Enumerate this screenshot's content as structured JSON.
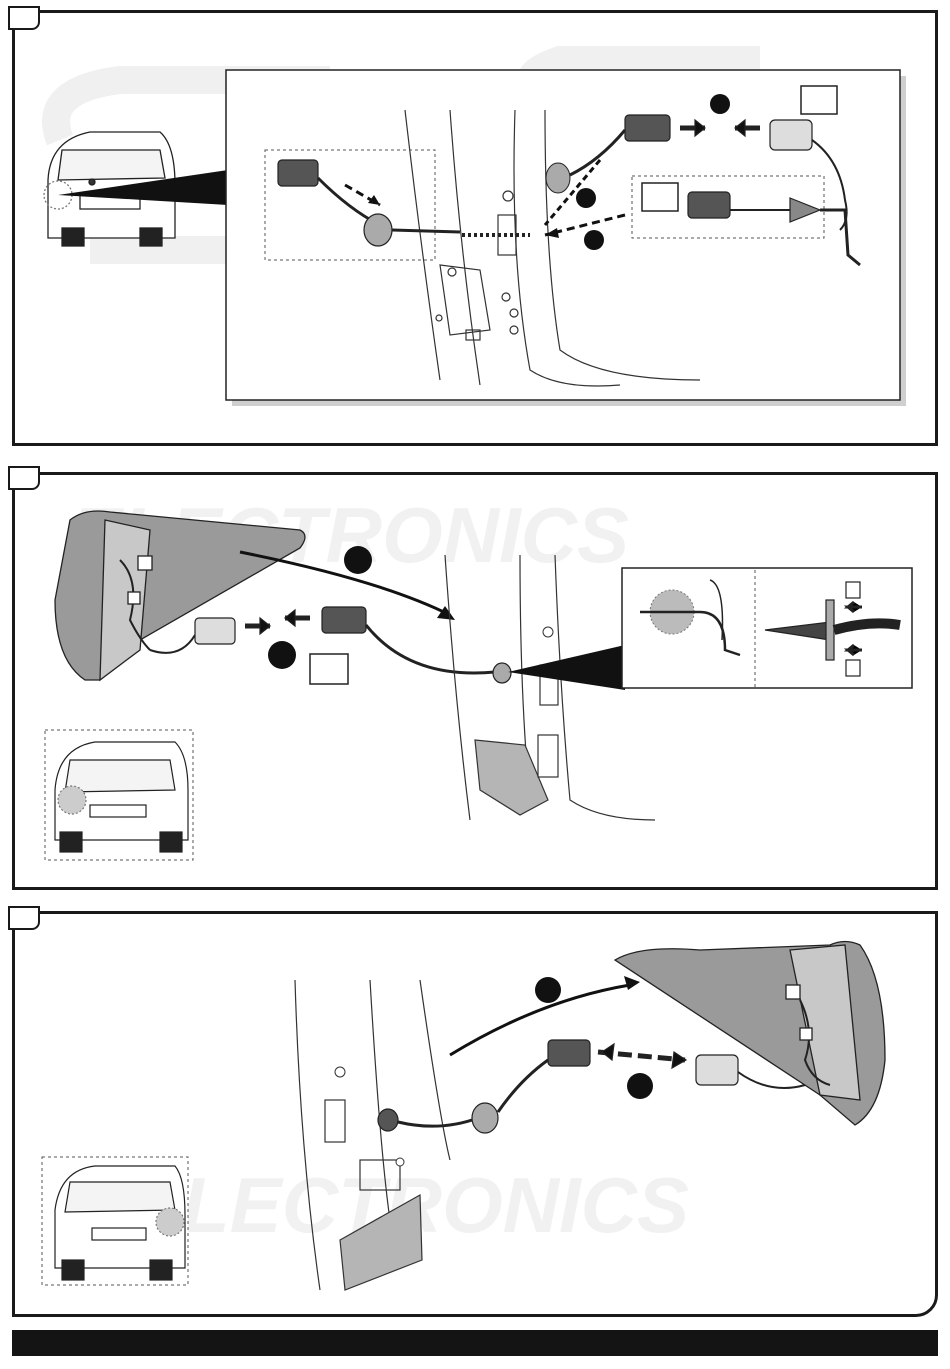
{
  "watermark": {
    "logo": "ECS",
    "text": "ELECTRONICS"
  },
  "panels": [
    {
      "id": "step-1",
      "number": ""
    },
    {
      "id": "step-2",
      "number": ""
    },
    {
      "id": "step-3",
      "number": ""
    }
  ],
  "colors": {
    "ink": "#1a1a1a",
    "shade": "#9a9a9a",
    "light": "#d8d8d8",
    "watermark": "#f1f1f1"
  }
}
